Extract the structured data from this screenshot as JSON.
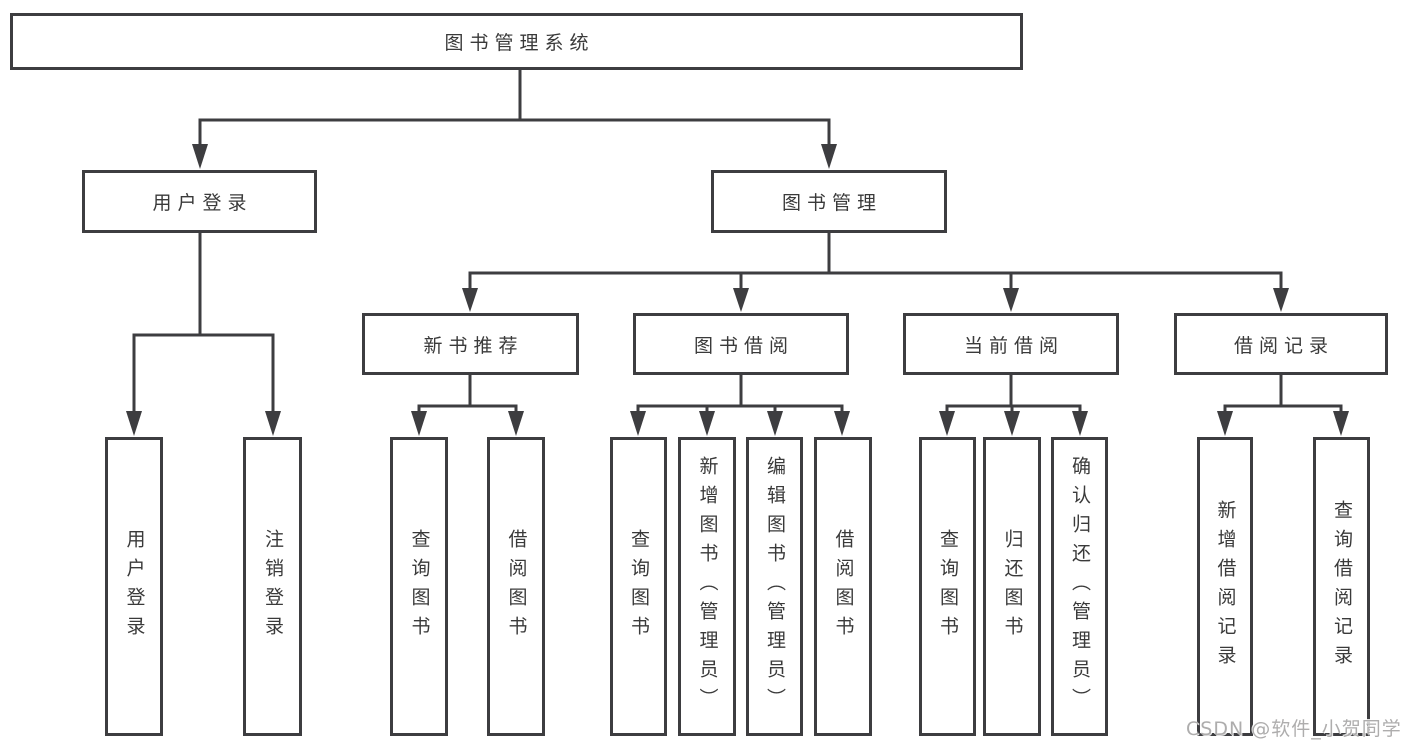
{
  "tree": {
    "root": "图书管理系统",
    "branches": [
      {
        "label": "用户登录",
        "leaves": [
          "用户登录",
          "注销登录"
        ]
      },
      {
        "label": "图书管理",
        "sections": [
          {
            "label": "新书推荐",
            "leaves": [
              "查询图书",
              "借阅图书"
            ]
          },
          {
            "label": "图书借阅",
            "leaves": [
              "查询图书",
              "新增图书（管理员）",
              "编辑图书（管理员）",
              "借阅图书"
            ]
          },
          {
            "label": "当前借阅",
            "leaves": [
              "查询图书",
              "归还图书",
              "确认归还（管理员）"
            ]
          },
          {
            "label": "借阅记录",
            "leaves": [
              "新增借阅记录",
              "查询借阅记录"
            ]
          }
        ]
      }
    ]
  },
  "watermark": "CSDN @软件_小贺同学",
  "colors": {
    "line": "#3d3d40",
    "text": "#3a3a3a",
    "watermark": "#aeadad",
    "background": "#ffffff"
  }
}
